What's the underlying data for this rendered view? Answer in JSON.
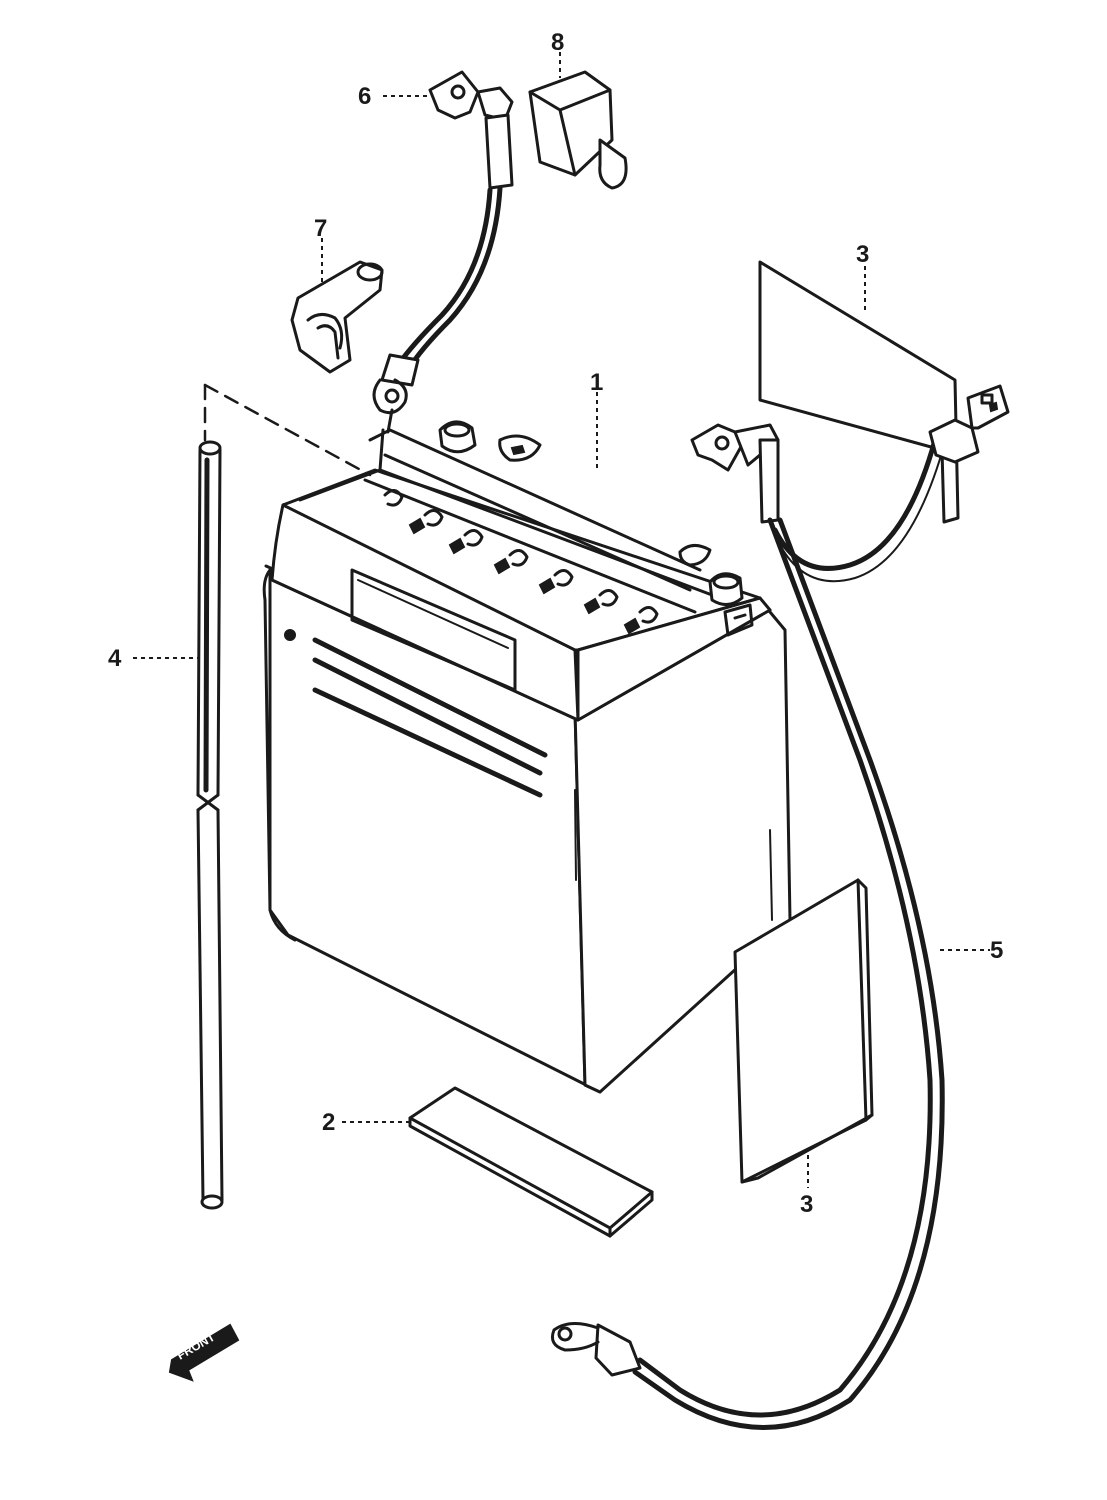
{
  "diagram": {
    "callouts": {
      "battery": "1",
      "battery_sheet": "2",
      "cover_sheet_upper": "3",
      "cover_sheet_lower": "3",
      "breather_hose": "4",
      "negative_lead": "5",
      "positive_lead": "6",
      "terminal_cap": "7",
      "cover_cap": "8"
    },
    "front_marker": "FRONT",
    "colors": {
      "ink": "#1a1a1a",
      "paper": "#ffffff"
    }
  }
}
